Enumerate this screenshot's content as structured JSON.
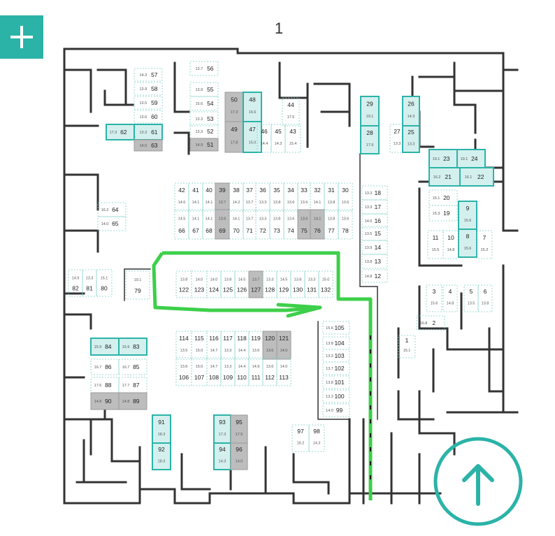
{
  "floor": {
    "number": "1"
  },
  "colors": {
    "teal": "#2bb3a8",
    "teal_fill": "#d4f0ee",
    "gray_fill": "#bdbdbd",
    "route": "#3dcf4a",
    "wall": "#333333",
    "spot_border": "#7fcfc8"
  },
  "icons": {
    "add": "plus-icon",
    "compass": "north-arrow-icon"
  },
  "spots": [
    {
      "n": "57",
      "a": "14.3",
      "s": "free"
    },
    {
      "n": "58",
      "a": "13.9",
      "s": "free"
    },
    {
      "n": "59",
      "a": "13.5",
      "s": "free"
    },
    {
      "n": "60",
      "a": "13.6",
      "s": "free"
    },
    {
      "n": "61",
      "a": "13.3",
      "s": "hl"
    },
    {
      "n": "62",
      "a": "17.3",
      "s": "hl"
    },
    {
      "n": "63",
      "a": "14.0",
      "s": "gray"
    },
    {
      "n": "56",
      "a": "13.7",
      "s": "free"
    },
    {
      "n": "55",
      "a": "13.9",
      "s": "free"
    },
    {
      "n": "54",
      "a": "15.6",
      "s": "free"
    },
    {
      "n": "53",
      "a": "13.3",
      "s": "free"
    },
    {
      "n": "52",
      "a": "13.3",
      "s": "free"
    },
    {
      "n": "51",
      "a": "14.9",
      "s": "gray"
    },
    {
      "n": "50",
      "a": "17.3",
      "s": "gray"
    },
    {
      "n": "49",
      "a": "17.8",
      "s": "gray"
    },
    {
      "n": "48",
      "a": "16.6",
      "s": "hl"
    },
    {
      "n": "47",
      "a": "15.0",
      "s": "hl"
    },
    {
      "n": "46",
      "a": "14.4",
      "s": "free"
    },
    {
      "n": "45",
      "a": "14.3",
      "s": "free"
    },
    {
      "n": "44",
      "a": "17.5",
      "s": "free"
    },
    {
      "n": "43",
      "a": "15.4",
      "s": "free"
    },
    {
      "n": "29",
      "a": "19.1",
      "s": "hl"
    },
    {
      "n": "28",
      "a": "17.9",
      "s": "hl"
    },
    {
      "n": "27",
      "a": "13.3",
      "s": "free"
    },
    {
      "n": "26",
      "a": "14.3",
      "s": "hl"
    },
    {
      "n": "25",
      "a": "13.3",
      "s": "hl"
    },
    {
      "n": "23",
      "a": "19.1",
      "s": "hl"
    },
    {
      "n": "24",
      "a": "19.1",
      "s": "hl"
    },
    {
      "n": "21",
      "a": "16.2",
      "s": "hl"
    },
    {
      "n": "22",
      "a": "16.1",
      "s": "hl"
    },
    {
      "n": "42",
      "a": "14.6",
      "s": "free"
    },
    {
      "n": "41",
      "a": "14.1",
      "s": "free"
    },
    {
      "n": "40",
      "a": "14.1",
      "s": "free"
    },
    {
      "n": "39",
      "a": "13.7",
      "s": "gray"
    },
    {
      "n": "38",
      "a": "14.2",
      "s": "free"
    },
    {
      "n": "37",
      "a": "13.7",
      "s": "free"
    },
    {
      "n": "36",
      "a": "13.3",
      "s": "free"
    },
    {
      "n": "35",
      "a": "13.8",
      "s": "free"
    },
    {
      "n": "34",
      "a": "13.6",
      "s": "free"
    },
    {
      "n": "33",
      "a": "13.6",
      "s": "free"
    },
    {
      "n": "32",
      "a": "14.1",
      "s": "free"
    },
    {
      "n": "31",
      "a": "13.8",
      "s": "free"
    },
    {
      "n": "30",
      "a": "13.6",
      "s": "free"
    },
    {
      "n": "66",
      "a": "14.5",
      "s": "free"
    },
    {
      "n": "67",
      "a": "14.1",
      "s": "free"
    },
    {
      "n": "68",
      "a": "14.1",
      "s": "free"
    },
    {
      "n": "69",
      "a": "13.6",
      "s": "gray"
    },
    {
      "n": "70",
      "a": "14.1",
      "s": "free"
    },
    {
      "n": "71",
      "a": "13.7",
      "s": "free"
    },
    {
      "n": "72",
      "a": "13.3",
      "s": "free"
    },
    {
      "n": "73",
      "a": "13.8",
      "s": "free"
    },
    {
      "n": "74",
      "a": "13.6",
      "s": "free"
    },
    {
      "n": "75",
      "a": "13.6",
      "s": "gray"
    },
    {
      "n": "76",
      "a": "14.1",
      "s": "gray"
    },
    {
      "n": "77",
      "a": "13.8",
      "s": "free"
    },
    {
      "n": "78",
      "a": "13.6",
      "s": "free"
    },
    {
      "n": "64",
      "a": "16.2",
      "s": "free"
    },
    {
      "n": "65",
      "a": "14.0",
      "s": "free"
    },
    {
      "n": "18",
      "a": "13.3",
      "s": "free"
    },
    {
      "n": "17",
      "a": "13.3",
      "s": "free"
    },
    {
      "n": "16",
      "a": "14.0",
      "s": "free"
    },
    {
      "n": "15",
      "a": "13.5",
      "s": "free"
    },
    {
      "n": "14",
      "a": "13.9",
      "s": "free"
    },
    {
      "n": "13",
      "a": "13.8",
      "s": "free"
    },
    {
      "n": "12",
      "a": "14.8",
      "s": "free"
    },
    {
      "n": "20",
      "a": "15.1",
      "s": "free"
    },
    {
      "n": "19",
      "a": "15.3",
      "s": "free"
    },
    {
      "n": "9",
      "a": "15.6",
      "s": "hl"
    },
    {
      "n": "8",
      "a": "15.6",
      "s": "hl"
    },
    {
      "n": "11",
      "a": "15.5",
      "s": "free"
    },
    {
      "n": "10",
      "a": "14.8",
      "s": "free"
    },
    {
      "n": "7",
      "a": "15.2",
      "s": "free"
    },
    {
      "n": "82",
      "a": "14.9",
      "s": "free"
    },
    {
      "n": "81",
      "a": "13.3",
      "s": "free"
    },
    {
      "n": "80",
      "a": "15.1",
      "s": "free"
    },
    {
      "n": "79",
      "a": "19.1",
      "s": "free"
    },
    {
      "n": "122",
      "a": "13.8",
      "s": "free"
    },
    {
      "n": "123",
      "a": "14.0",
      "s": "free"
    },
    {
      "n": "124",
      "a": "14.0",
      "s": "free"
    },
    {
      "n": "125",
      "a": "13.8",
      "s": "free"
    },
    {
      "n": "126",
      "a": "14.5",
      "s": "free"
    },
    {
      "n": "127",
      "a": "13.7",
      "s": "gray"
    },
    {
      "n": "128",
      "a": "13.3",
      "s": "free"
    },
    {
      "n": "129",
      "a": "14.5",
      "s": "free"
    },
    {
      "n": "130",
      "a": "13.8",
      "s": "free"
    },
    {
      "n": "131",
      "a": "13.3",
      "s": "free"
    },
    {
      "n": "132",
      "a": "15.0",
      "s": "free"
    },
    {
      "n": "3",
      "a": "15.6",
      "s": "free"
    },
    {
      "n": "4",
      "a": "14.8",
      "s": "free"
    },
    {
      "n": "5",
      "a": "13.5",
      "s": "free"
    },
    {
      "n": "6",
      "a": "13.8",
      "s": "free"
    },
    {
      "n": "2",
      "a": "16.8",
      "s": "free"
    },
    {
      "n": "1",
      "a": "15.1",
      "s": "free"
    },
    {
      "n": "84",
      "a": "15.9",
      "s": "hl"
    },
    {
      "n": "83",
      "a": "15.9",
      "s": "hl"
    },
    {
      "n": "86",
      "a": "16.7",
      "s": "free"
    },
    {
      "n": "85",
      "a": "16.7",
      "s": "free"
    },
    {
      "n": "88",
      "a": "17.6",
      "s": "free"
    },
    {
      "n": "87",
      "a": "17.7",
      "s": "free"
    },
    {
      "n": "90",
      "a": "14.8",
      "s": "gray"
    },
    {
      "n": "89",
      "a": "14.8",
      "s": "gray"
    },
    {
      "n": "114",
      "a": "13.5",
      "s": "free"
    },
    {
      "n": "115",
      "a": "15.0",
      "s": "free"
    },
    {
      "n": "116",
      "a": "14.7",
      "s": "free"
    },
    {
      "n": "117",
      "a": "13.3",
      "s": "free"
    },
    {
      "n": "118",
      "a": "14.4",
      "s": "free"
    },
    {
      "n": "119",
      "a": "13.6",
      "s": "free"
    },
    {
      "n": "120",
      "a": "13.6",
      "s": "gray"
    },
    {
      "n": "121",
      "a": "14.0",
      "s": "gray"
    },
    {
      "n": "106",
      "a": "13.6",
      "s": "free"
    },
    {
      "n": "107",
      "a": "15.0",
      "s": "free"
    },
    {
      "n": "108",
      "a": "14.7",
      "s": "free"
    },
    {
      "n": "109",
      "a": "13.3",
      "s": "free"
    },
    {
      "n": "110",
      "a": "14.4",
      "s": "free"
    },
    {
      "n": "111",
      "a": "14.9",
      "s": "free"
    },
    {
      "n": "112",
      "a": "13.6",
      "s": "free"
    },
    {
      "n": "113",
      "a": "14.0",
      "s": "free"
    },
    {
      "n": "105",
      "a": "15.6",
      "s": "free"
    },
    {
      "n": "104",
      "a": "13.8",
      "s": "free"
    },
    {
      "n": "103",
      "a": "13.3",
      "s": "free"
    },
    {
      "n": "102",
      "a": "13.7",
      "s": "free"
    },
    {
      "n": "101",
      "a": "13.8",
      "s": "free"
    },
    {
      "n": "100",
      "a": "13.3",
      "s": "free"
    },
    {
      "n": "99",
      "a": "14.0",
      "s": "free"
    },
    {
      "n": "91",
      "a": "18.3",
      "s": "hl"
    },
    {
      "n": "92",
      "a": "18.3",
      "s": "hl"
    },
    {
      "n": "93",
      "a": "17.3",
      "s": "hl"
    },
    {
      "n": "94",
      "a": "14.3",
      "s": "hl"
    },
    {
      "n": "95",
      "a": "17.5",
      "s": "gray"
    },
    {
      "n": "96",
      "a": "14.0",
      "s": "gray"
    },
    {
      "n": "97",
      "a": "16.2",
      "s": "free"
    },
    {
      "n": "98",
      "a": "14.3",
      "s": "free"
    }
  ]
}
